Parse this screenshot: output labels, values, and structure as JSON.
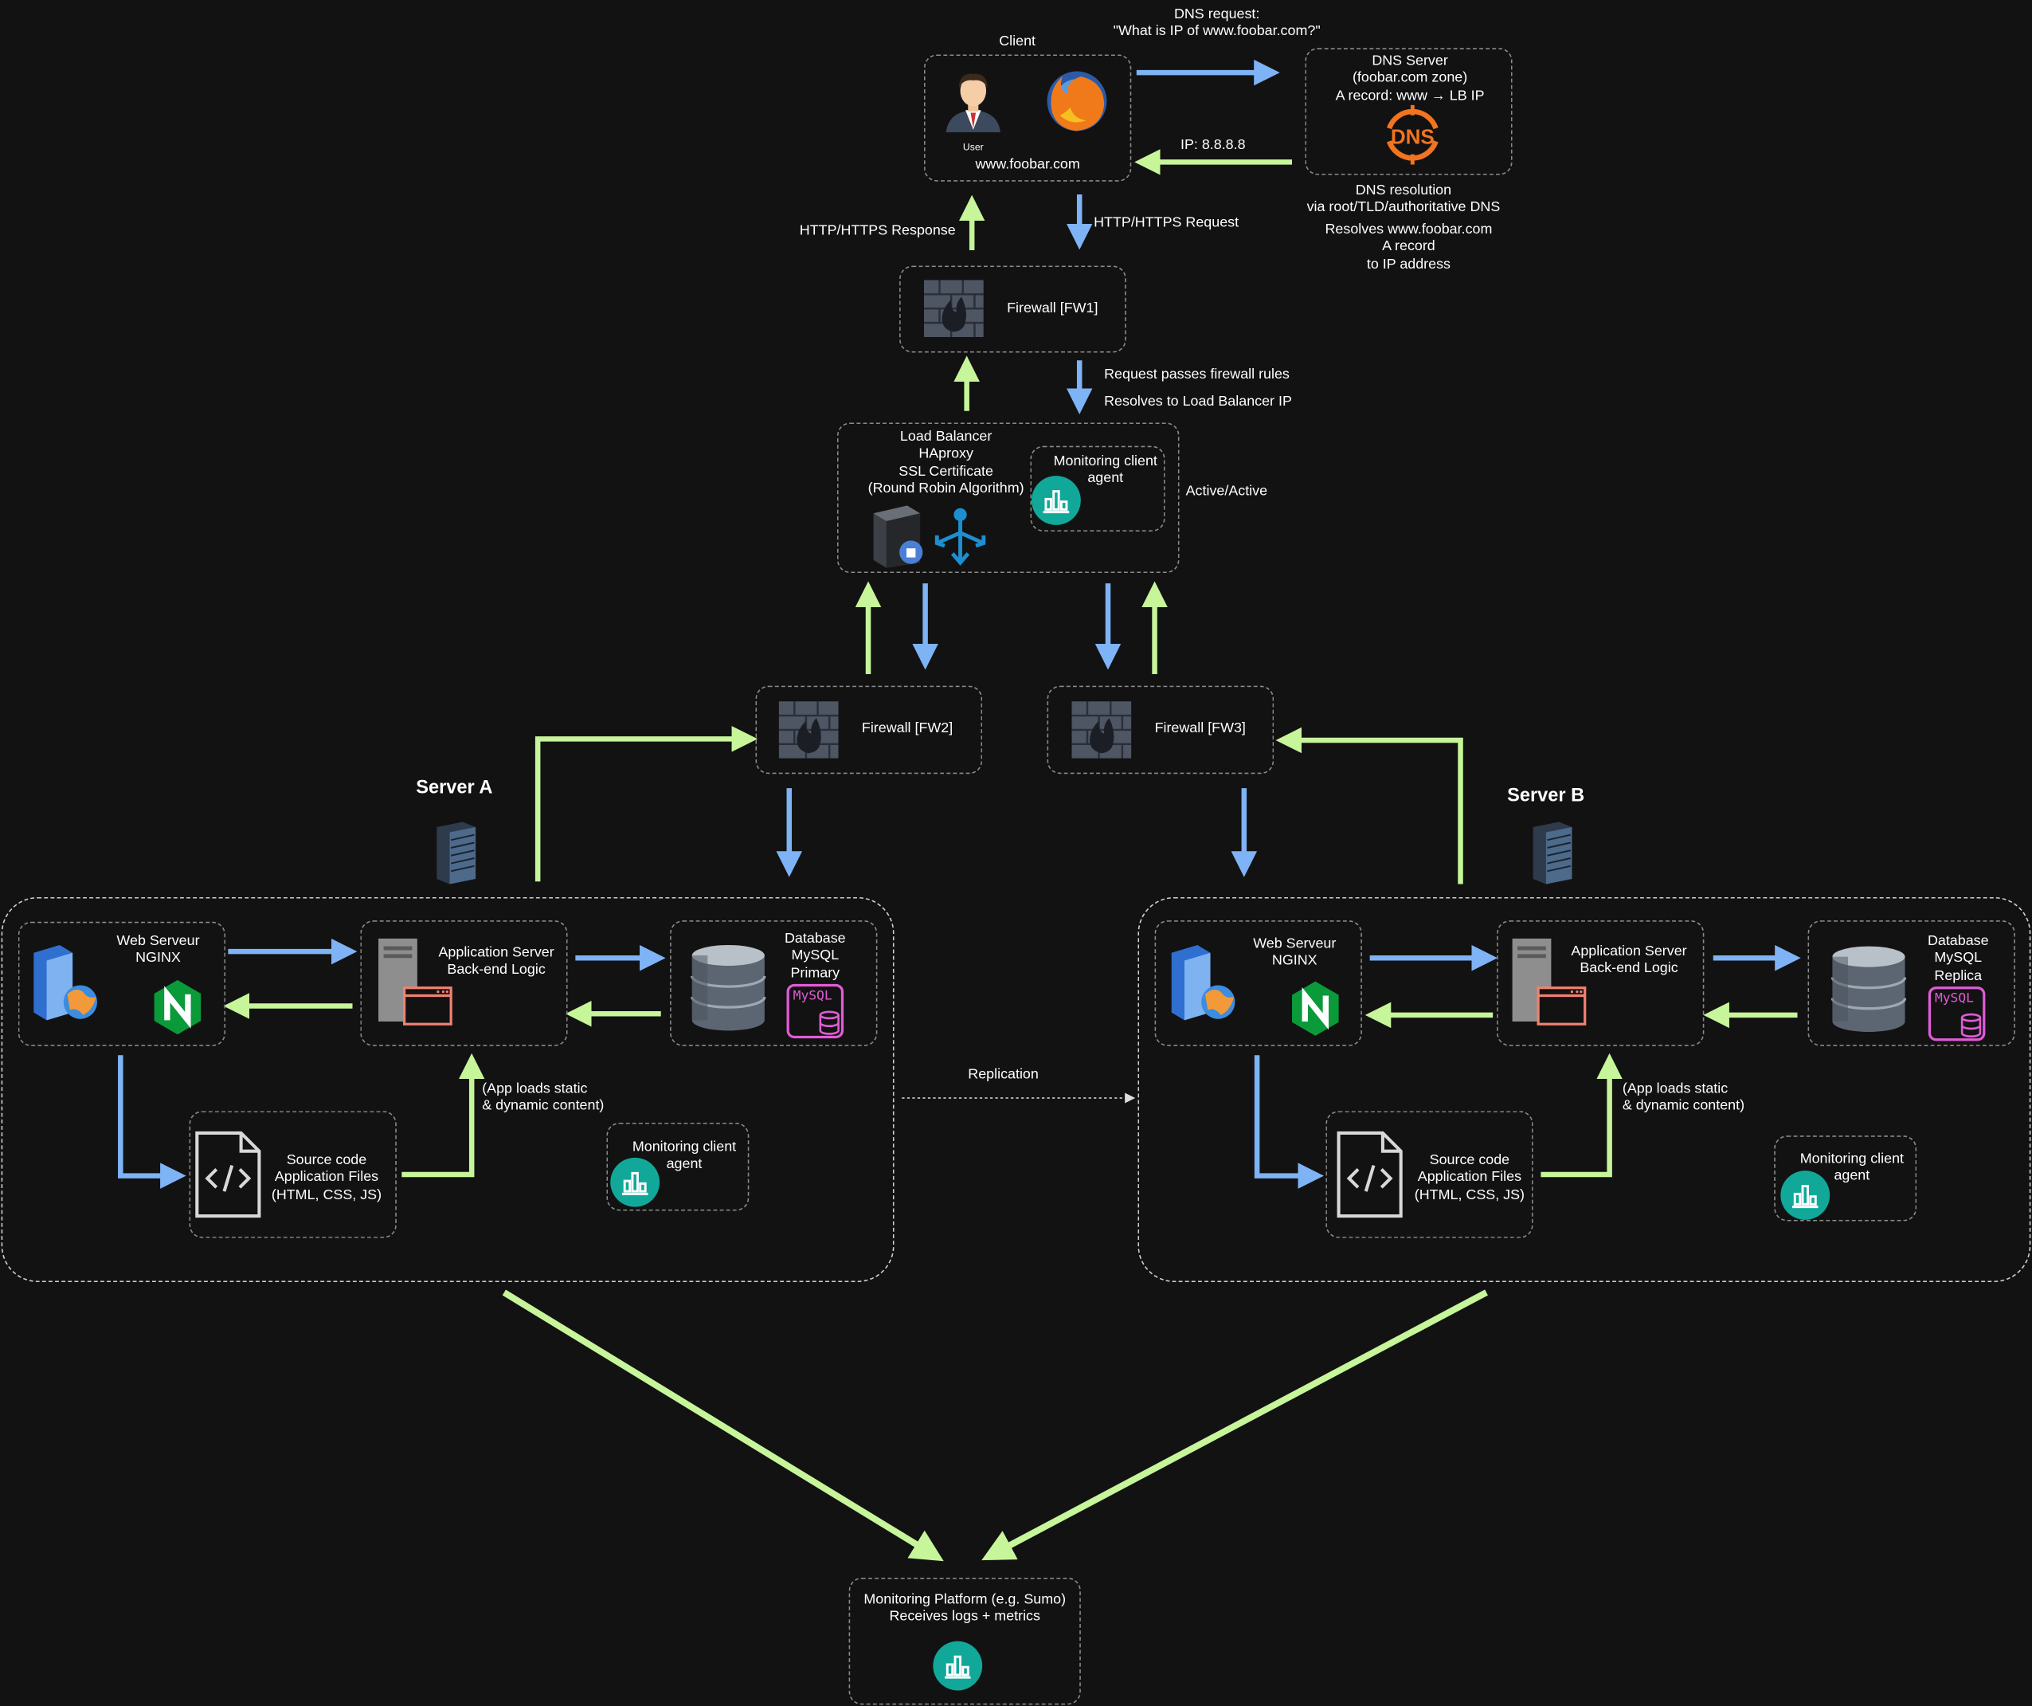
{
  "dns": {
    "request_label": "DNS request:\n\"What is IP of www.foobar.com?\"",
    "reply_label": "IP: 8.8.8.8",
    "server_label": "DNS Server\n(foobar.com zone)\nA record: www → LB IP",
    "logo_text": "DNS",
    "resolution_note": "DNS resolution\nvia root/TLD/authoritative DNS",
    "resolves_note": "Resolves www.foobar.com\nA record\nto IP address"
  },
  "client": {
    "title": "Client",
    "user_label": "User",
    "domain": "www.foobar.com"
  },
  "http": {
    "response_label": "HTTP/HTTPS Response",
    "request_label": "HTTP/HTTPS Request"
  },
  "firewalls": {
    "fw1": "Firewall [FW1]",
    "fw2": "Firewall [FW2]",
    "fw3": "Firewall [FW3]"
  },
  "fw1_notes": {
    "passes": "Request passes firewall rules",
    "resolves": "Resolves to Load Balancer IP"
  },
  "load_balancer": {
    "label": "Load Balancer\nHAproxy\nSSL Certificate\n(Round Robin Algorithm)",
    "mode": "Active/Active"
  },
  "monitoring_agent_label": "Monitoring client\nagent",
  "server_a": {
    "title": "Server A",
    "web_label": "Web Serveur\nNGINX",
    "app_label": "Application Server\nBack-end Logic",
    "db_label": "Database\nMySQL\nPrimary",
    "src_label": "Source code\nApplication Files\n(HTML, CSS, JS)",
    "app_note": "(App loads static\n& dynamic content)"
  },
  "server_b": {
    "title": "Server B",
    "web_label": "Web Serveur\nNGINX",
    "app_label": "Application Server\nBack-end Logic",
    "db_label": "Database\nMySQL\nReplica",
    "src_label": "Source code\nApplication Files\n(HTML, CSS, JS)",
    "app_note": "(App loads static\n& dynamic content)"
  },
  "mysql_badge": "MySQL",
  "replication_label": "Replication",
  "monitoring_platform": {
    "label": "Monitoring Platform (e.g. Sumo)\nReceives logs + metrics"
  },
  "colors": {
    "background": "#121212",
    "request_arrow": "#7eb3f5",
    "response_arrow": "#c7f59a",
    "monitor_teal": "#11a89a",
    "dns_orange": "#f27420",
    "nginx_green": "#0a9a3a",
    "mysql_pink": "#e05cd6"
  }
}
